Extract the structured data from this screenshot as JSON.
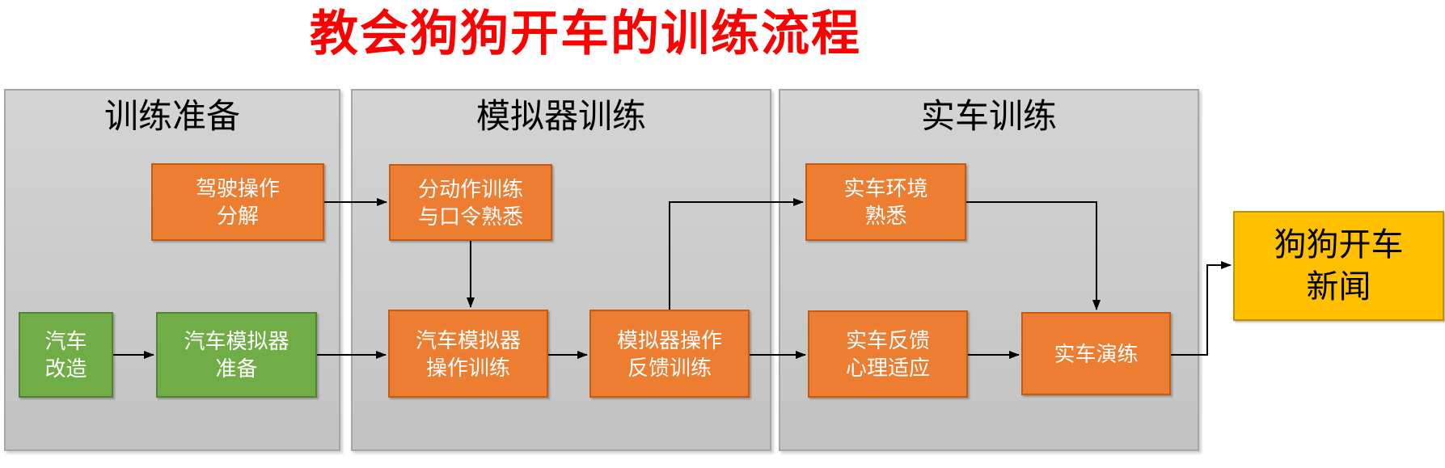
{
  "title": "教会狗狗开车的训练流程",
  "panels": [
    {
      "id": "preparation",
      "label": "训练准备"
    },
    {
      "id": "simulator-training",
      "label": "模拟器训练"
    },
    {
      "id": "real-car-training",
      "label": "实车训练"
    }
  ],
  "nodes": {
    "car_modification": {
      "label": "汽车\n改造"
    },
    "simulator_preparation": {
      "label": "汽车模拟器\n准备"
    },
    "driving_operation_decomposition": {
      "label": "驾驶操作\n分解"
    },
    "action_command_training": {
      "label": "分动作训练\n与口令熟悉"
    },
    "simulator_operation_training": {
      "label": "汽车模拟器\n操作训练"
    },
    "simulator_feedback_training": {
      "label": "模拟器操作\n反馈训练"
    },
    "real_car_environment": {
      "label": "实车环境\n熟悉"
    },
    "real_car_feedback": {
      "label": "实车反馈\n心理适应"
    },
    "real_car_drill": {
      "label": "实车演练"
    },
    "dog_driving_news": {
      "label": "狗狗开车\n新闻"
    }
  },
  "edges": [
    {
      "from": "car_modification",
      "to": "simulator_preparation"
    },
    {
      "from": "simulator_preparation",
      "to": "simulator_operation_training"
    },
    {
      "from": "driving_operation_decomposition",
      "to": "action_command_training"
    },
    {
      "from": "action_command_training",
      "to": "simulator_operation_training"
    },
    {
      "from": "simulator_operation_training",
      "to": "simulator_feedback_training"
    },
    {
      "from": "simulator_feedback_training",
      "to": "real_car_environment"
    },
    {
      "from": "simulator_feedback_training",
      "to": "real_car_feedback"
    },
    {
      "from": "real_car_environment",
      "to": "real_car_drill"
    },
    {
      "from": "real_car_feedback",
      "to": "real_car_drill"
    },
    {
      "from": "real_car_drill",
      "to": "dog_driving_news"
    }
  ],
  "colors": {
    "title_color": "#FF0000",
    "panel_border": "#A6A6A6",
    "orange_fill": "#ED7D31",
    "orange_border": "#C55A11",
    "green_fill": "#70AD47",
    "green_border": "#548235",
    "yellow_fill": "#FFC000",
    "yellow_border": "#BF9000",
    "arrow_color": "#000000"
  }
}
